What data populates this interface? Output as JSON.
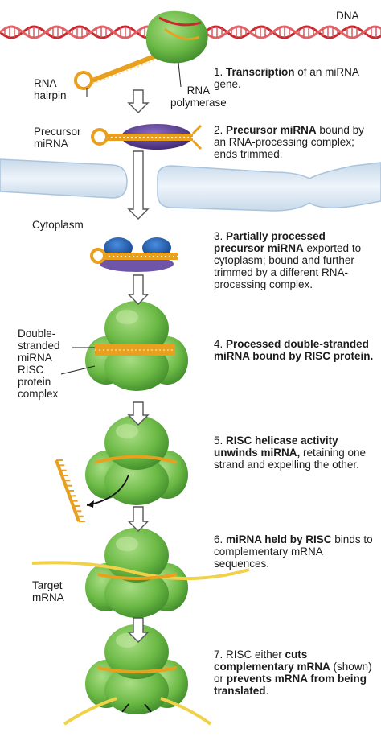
{
  "labels": {
    "dna": "DNA",
    "rna_hairpin": "RNA\nhairpin",
    "rna_polymerase": "RNA\npolymerase",
    "precursor_mirna": "Precursor\nmiRNA",
    "cytoplasm": "Cytoplasm",
    "double_stranded_mirna": "Double-\nstranded\nmiRNA",
    "risc_protein_complex": "RISC\nprotein\ncomplex",
    "target_mrna": "Target\nmRNA"
  },
  "steps": [
    {
      "num": "1.",
      "bold": "Transcription",
      "text": " of an miRNA gene."
    },
    {
      "num": "2.",
      "bold": "Precursor miRNA",
      "text": " bound by an RNA-processing complex; ends trimmed."
    },
    {
      "num": "3.",
      "bold": "Partially processed precursor miRNA",
      "text": " exported to cytoplasm; bound and further trimmed by a different RNA-processing complex."
    },
    {
      "num": "4.",
      "bold": "Processed double-stranded miRNA bound by RISC protein.",
      "text": ""
    },
    {
      "num": "5.",
      "bold": "RISC helicase activity unwinds miRNA,",
      "text": " retaining one strand and expelling the other."
    },
    {
      "num": "6.",
      "bold": "miRNA held by RISC",
      "text": " binds to complementary mRNA sequences."
    },
    {
      "num": "7.",
      "pre": " RISC either ",
      "bold": "cuts complementary mRNA",
      "text": " (shown) or ",
      "bold2": "prevents mRNA from being translated",
      "text2": "."
    }
  ],
  "colors": {
    "background": "#ffffff",
    "dna_red": "#c8282e",
    "green_protein": "#6fbf4a",
    "purple_complex": "#5a3d8f",
    "blue_complex": "#1f5fb0",
    "rna_orange": "#e8a01e",
    "membrane": "#dde8f2",
    "arrow": "#ffffff"
  }
}
